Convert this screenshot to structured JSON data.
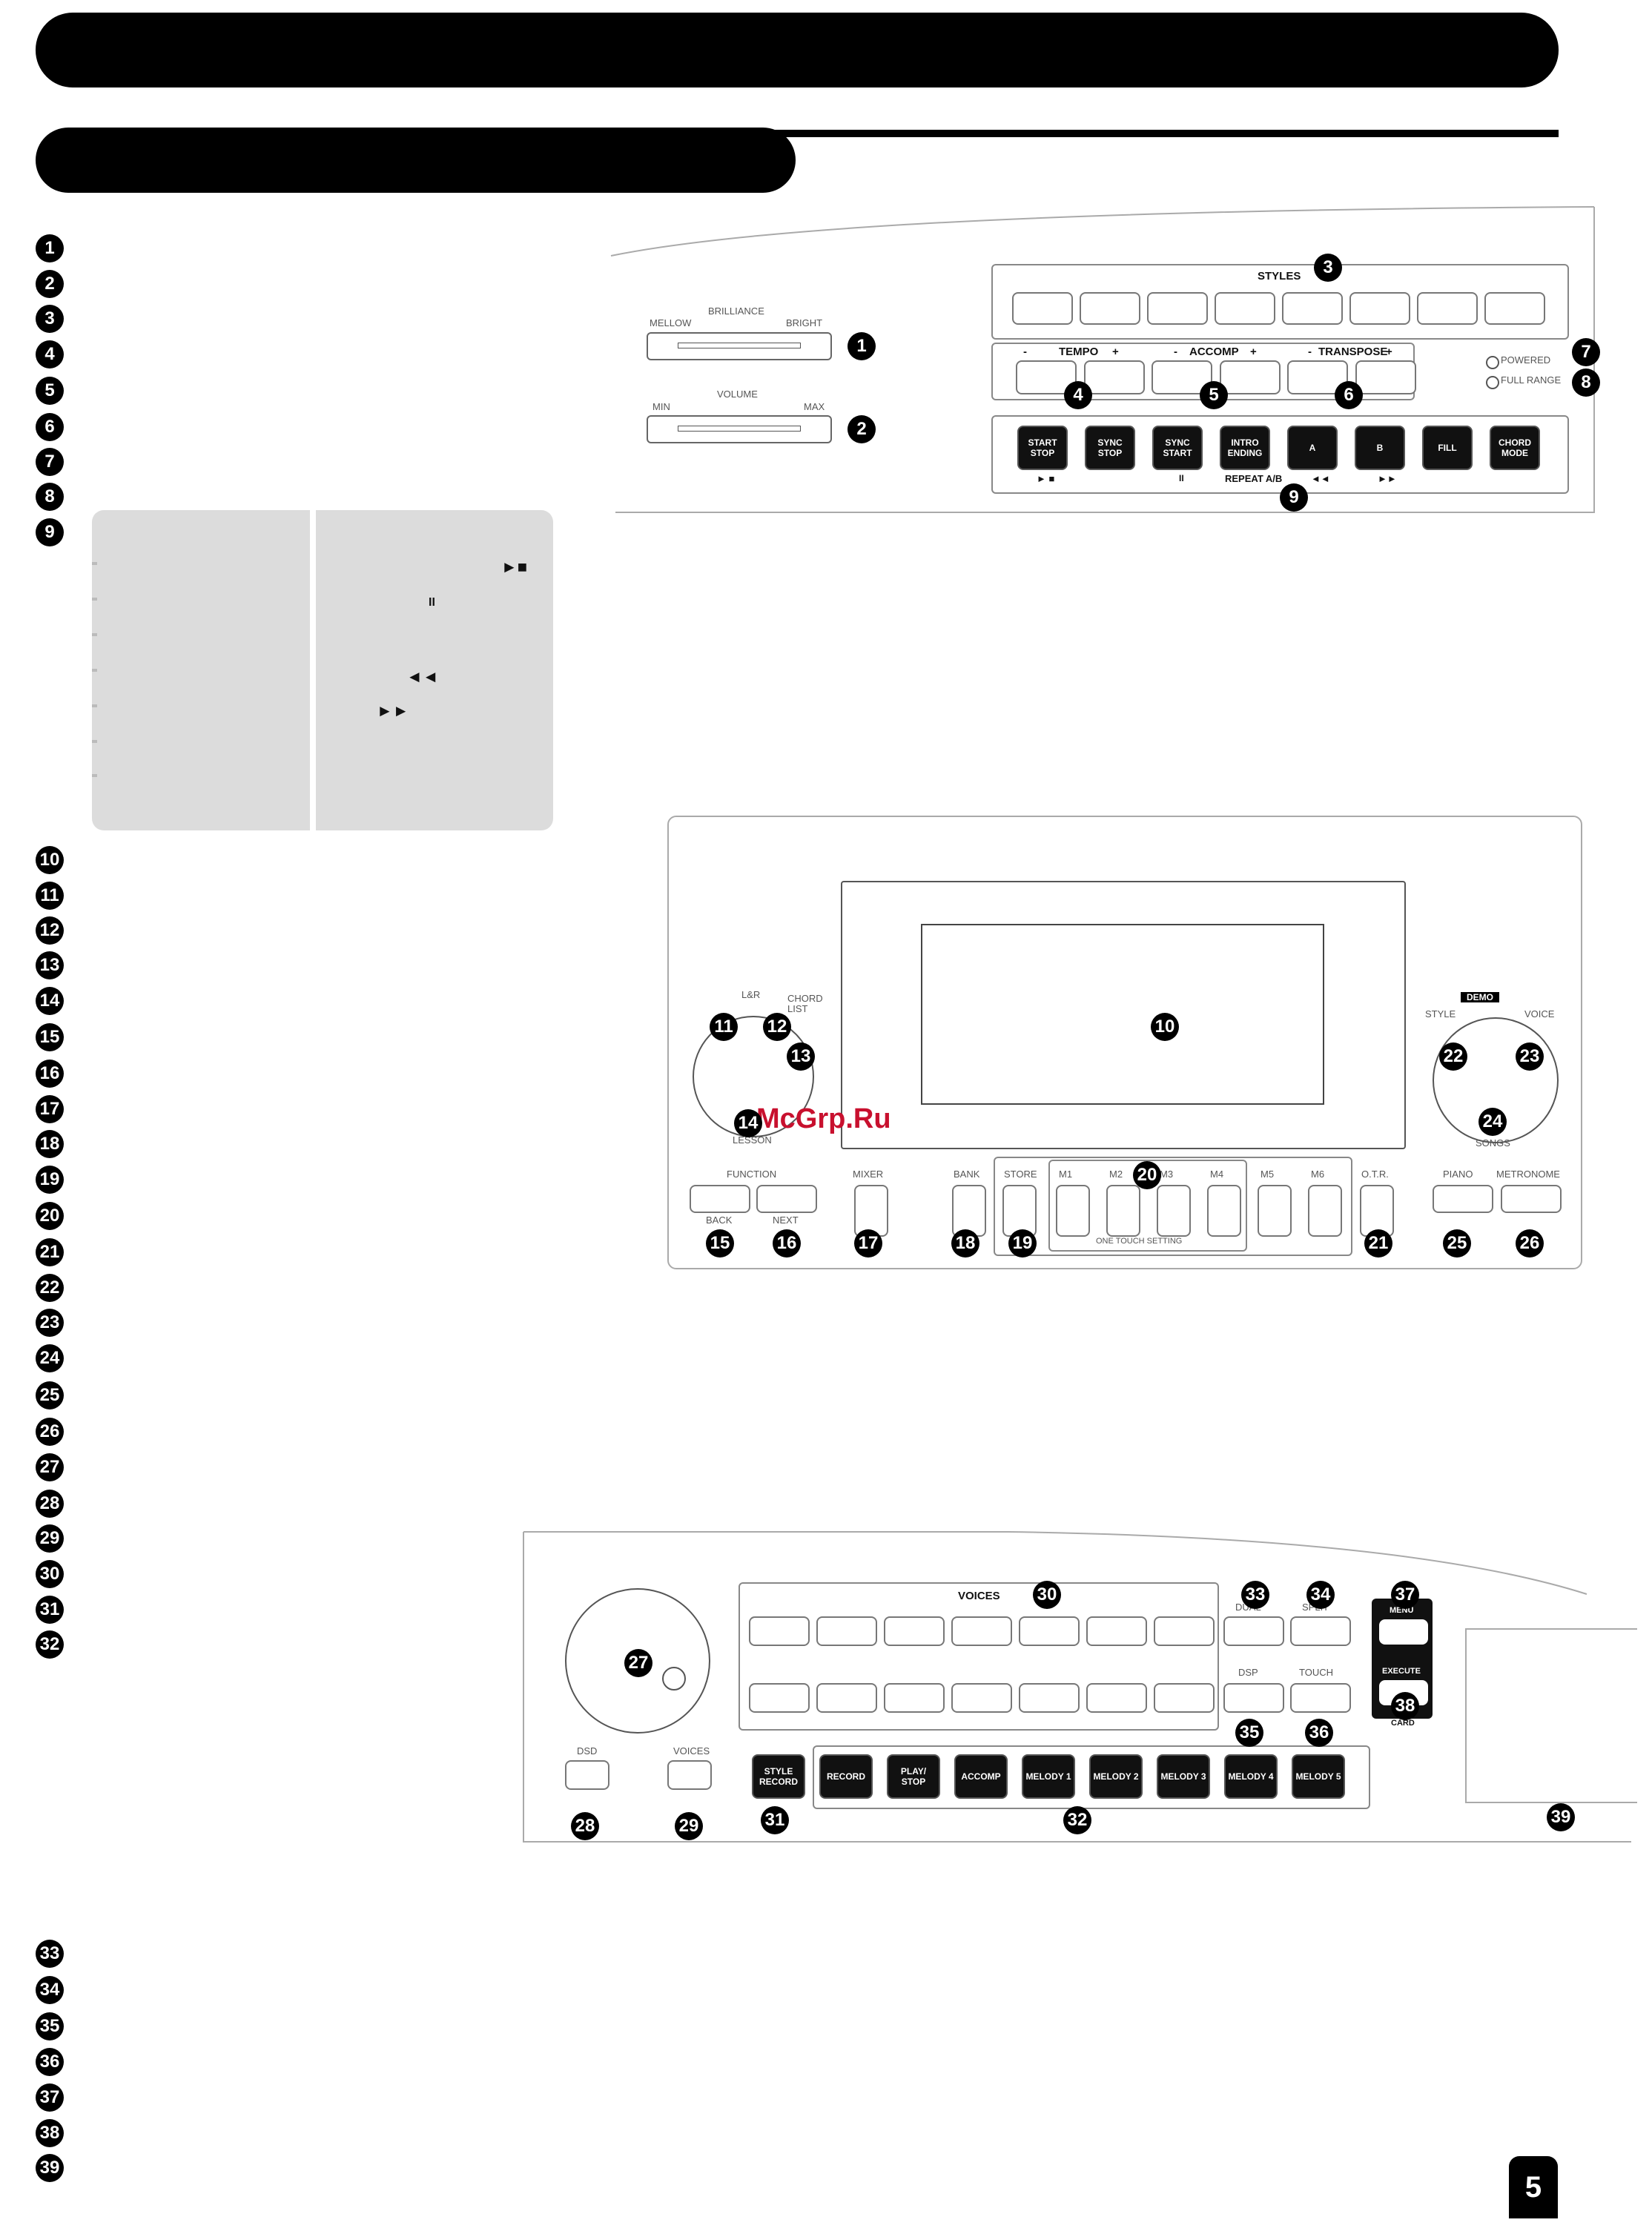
{
  "list_numbers": [
    "1",
    "2",
    "3",
    "4",
    "5",
    "6",
    "7",
    "8",
    "9",
    "10",
    "11",
    "12",
    "13",
    "14",
    "15",
    "16",
    "17",
    "18",
    "19",
    "20",
    "21",
    "22",
    "23",
    "24",
    "25",
    "26",
    "27",
    "28",
    "29",
    "30",
    "31",
    "32",
    "33",
    "34",
    "35",
    "36",
    "37",
    "38",
    "39"
  ],
  "table_symbols": {
    "play_stop": "►■",
    "pause": "II",
    "rewind": "◄◄",
    "forward": "►►"
  },
  "panel1": {
    "brilliance": "BRILLIANCE",
    "mellow": "MELLOW",
    "bright": "BRIGHT",
    "volume": "VOLUME",
    "min": "MIN",
    "max": "MAX",
    "styles": "STYLES",
    "tempo": "TEMPO",
    "accomp": "ACCOMP",
    "transpose": "TRANSPOSE",
    "minus": "-",
    "plus": "+",
    "powered": "POWERED",
    "full_range": "FULL RANGE",
    "start_stop": "START STOP",
    "sync_stop": "SYNC STOP",
    "sync_start": "SYNC START",
    "intro_ending": "INTRO ENDING",
    "a": "A",
    "b": "B",
    "fill": "FILL",
    "chord_mode": "CHORD MODE",
    "repeat_ab": "REPEAT A/B",
    "sym_play": "► ■",
    "sym_pause": "II",
    "sym_rew": "◄◄",
    "sym_fwd": "►►"
  },
  "panel2": {
    "lr": "L&R",
    "chord_list": "CHORD LIST",
    "lesson": "LESSON",
    "function": "FUNCTION",
    "back": "BACK",
    "next": "NEXT",
    "mixer": "MIXER",
    "bank": "BANK",
    "store": "STORE",
    "m1": "M1",
    "m2": "M2",
    "m3": "M3",
    "m4": "M4",
    "m5": "M5",
    "m6": "M6",
    "otr": "O.T.R.",
    "piano": "PIANO",
    "metronome": "METRONOME",
    "style": "STYLE",
    "voice": "VOICE",
    "demo": "DEMO",
    "songs": "SONGS",
    "one_touch": "ONE TOUCH SETTING"
  },
  "panel3": {
    "voices": "VOICES",
    "dual": "DUAL",
    "split": "SPLIT",
    "dsp": "DSP",
    "touch": "TOUCH",
    "menu": "MENU",
    "execute": "EXECUTE",
    "card": "CARD",
    "dsd": "DSD",
    "voices2": "VOICES",
    "style_record": "STYLE RECORD",
    "record": "RECORD",
    "play_stop": "PLAY/ STOP",
    "accomp": "ACCOMP",
    "melody1": "MELODY 1",
    "melody2": "MELODY 2",
    "melody3": "MELODY 3",
    "melody4": "MELODY 4",
    "melody5": "MELODY 5"
  },
  "watermark": "McGrp.Ru",
  "page_number": "5"
}
